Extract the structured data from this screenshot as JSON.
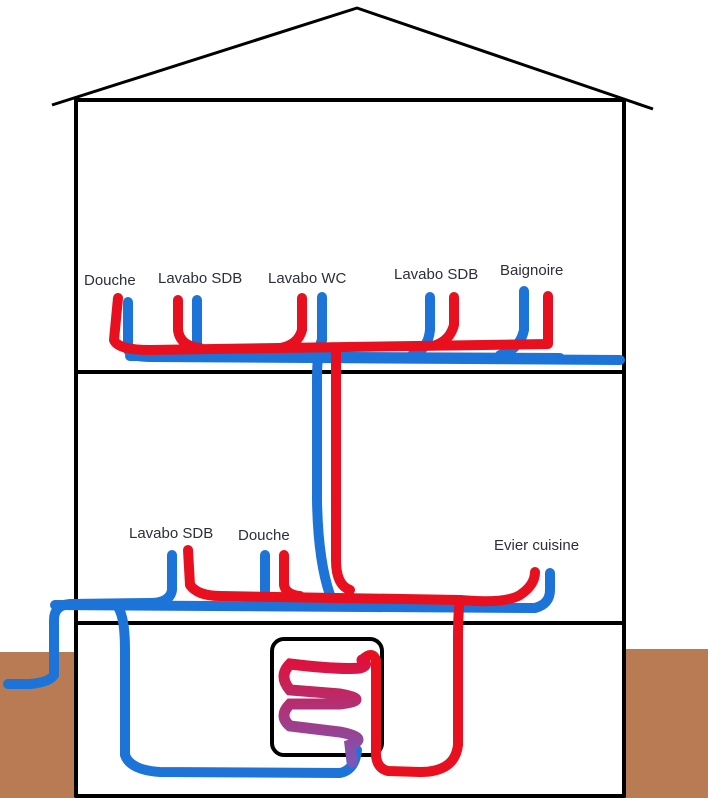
{
  "labels": {
    "upper_floor": {
      "douche": "Douche",
      "lavabo_sdb_1": "Lavabo SDB",
      "lavabo_wc": "Lavabo WC",
      "lavabo_sdb_2": "Lavabo SDB",
      "baignoire": "Baignoire"
    },
    "ground_floor": {
      "lavabo_sdb": "Lavabo SDB",
      "douche": "Douche",
      "evier_cuisine": "Evier cuisine"
    }
  },
  "colors": {
    "cold_pipe": "#1c74d9",
    "hot_pipe": "#e8101e",
    "walls": "#000000",
    "ground": "#b87b54",
    "coil_top": "#e0103a",
    "coil_bottom": "#7a58b8"
  }
}
